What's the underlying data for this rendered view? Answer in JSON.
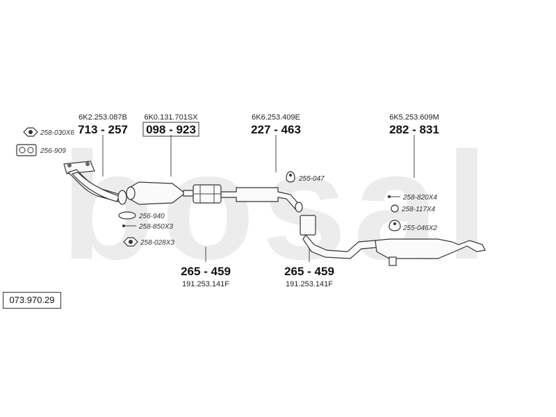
{
  "reference_number": "073.970.29",
  "watermark": "bosal",
  "assemblies": [
    {
      "oem": "6K2.253.087B",
      "part": "713 - 257"
    },
    {
      "oem": "6K0.131.701SX",
      "part": "098 - 923"
    },
    {
      "oem": "6K6.253.409E",
      "part": "227 - 463"
    },
    {
      "oem": "6K5.253.609M",
      "part": "282 - 831"
    },
    {
      "oem": "191.253.141F",
      "part": "265 - 459"
    },
    {
      "oem": "191.253.141F",
      "part": "265 - 459"
    }
  ],
  "fittings": [
    {
      "code": "258-030X6",
      "icon": "nut-icon"
    },
    {
      "code": "256-909",
      "icon": "gasket-icon"
    },
    {
      "code": "256-940",
      "icon": "ring-gasket-icon"
    },
    {
      "code": "258-850X3",
      "icon": "bolt-icon"
    },
    {
      "code": "258-028X3",
      "icon": "nut-icon"
    },
    {
      "code": "255-047",
      "icon": "rubber-mount-icon"
    },
    {
      "code": "258-820X4",
      "icon": "bolt-icon"
    },
    {
      "code": "258-117X4",
      "icon": "ring-icon"
    },
    {
      "code": "255-046X2",
      "icon": "rubber-mount-icon"
    }
  ]
}
